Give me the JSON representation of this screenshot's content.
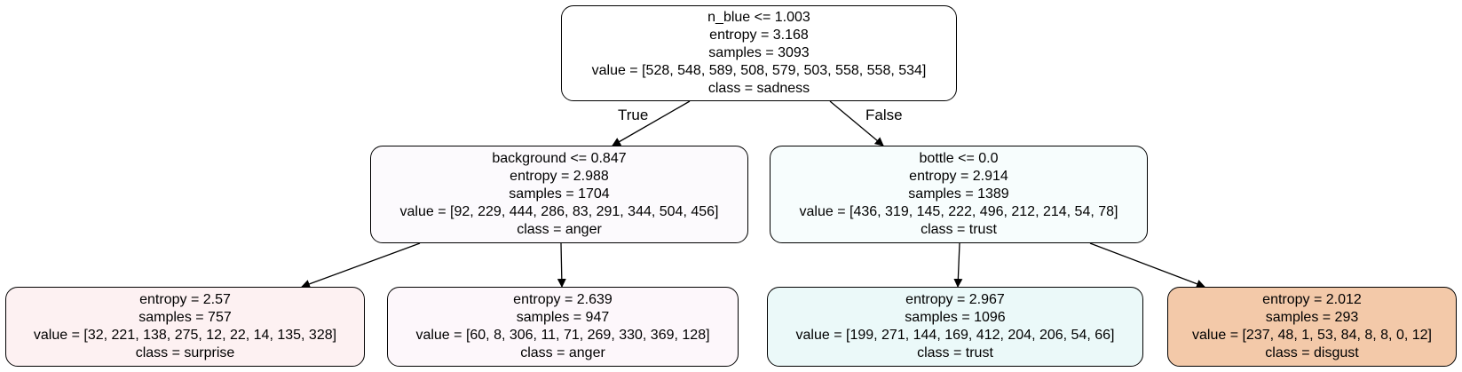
{
  "tree": {
    "nodes": [
      {
        "id": "root",
        "split": "n_blue <= 1.003",
        "entropy": "entropy = 3.168",
        "samples": "samples = 3093",
        "value": "value = [528, 548, 589, 508, 579, 503, 558, 558, 534]",
        "class": "class = sadness",
        "fill": "#ffffff"
      },
      {
        "id": "n1",
        "split": "background <= 0.847",
        "entropy": "entropy = 2.988",
        "samples": "samples = 1704",
        "value": "value = [92, 229, 444, 286, 83, 291, 344, 504, 456]",
        "class": "class = anger",
        "fill": "#fcfafd"
      },
      {
        "id": "n2",
        "split": "bottle <= 0.0",
        "entropy": "entropy = 2.914",
        "samples": "samples = 1389",
        "value": "value = [436, 319, 145, 222, 496, 212, 214, 54, 78]",
        "class": "class = trust",
        "fill": "#f7fdfd"
      },
      {
        "id": "n3",
        "split": "",
        "entropy": "entropy = 2.57",
        "samples": "samples = 757",
        "value": "value = [32, 221, 138, 275, 12, 22, 14, 135, 328]",
        "class": "class = surprise",
        "fill": "#fdf1f2"
      },
      {
        "id": "n4",
        "split": "",
        "entropy": "entropy = 2.639",
        "samples": "samples = 947",
        "value": "value = [60, 8, 306, 11, 71, 269, 330, 369, 128]",
        "class": "class = anger",
        "fill": "#fdf7fb"
      },
      {
        "id": "n5",
        "split": "",
        "entropy": "entropy = 2.967",
        "samples": "samples = 1096",
        "value": "value = [199, 271, 144, 169, 412, 204, 206, 54, 66]",
        "class": "class = trust",
        "fill": "#ebf9f9"
      },
      {
        "id": "n6",
        "split": "",
        "entropy": "entropy = 2.012",
        "samples": "samples = 293",
        "value": "value = [237, 48, 1, 53, 84, 8, 8, 0, 12]",
        "class": "class = disgust",
        "fill": "#f3c9a9"
      }
    ],
    "edges": [
      {
        "from": "root",
        "to": "n1",
        "label": "True"
      },
      {
        "from": "root",
        "to": "n2",
        "label": "False"
      },
      {
        "from": "n1",
        "to": "n3",
        "label": ""
      },
      {
        "from": "n1",
        "to": "n4",
        "label": ""
      },
      {
        "from": "n2",
        "to": "n5",
        "label": ""
      },
      {
        "from": "n2",
        "to": "n6",
        "label": ""
      }
    ]
  }
}
